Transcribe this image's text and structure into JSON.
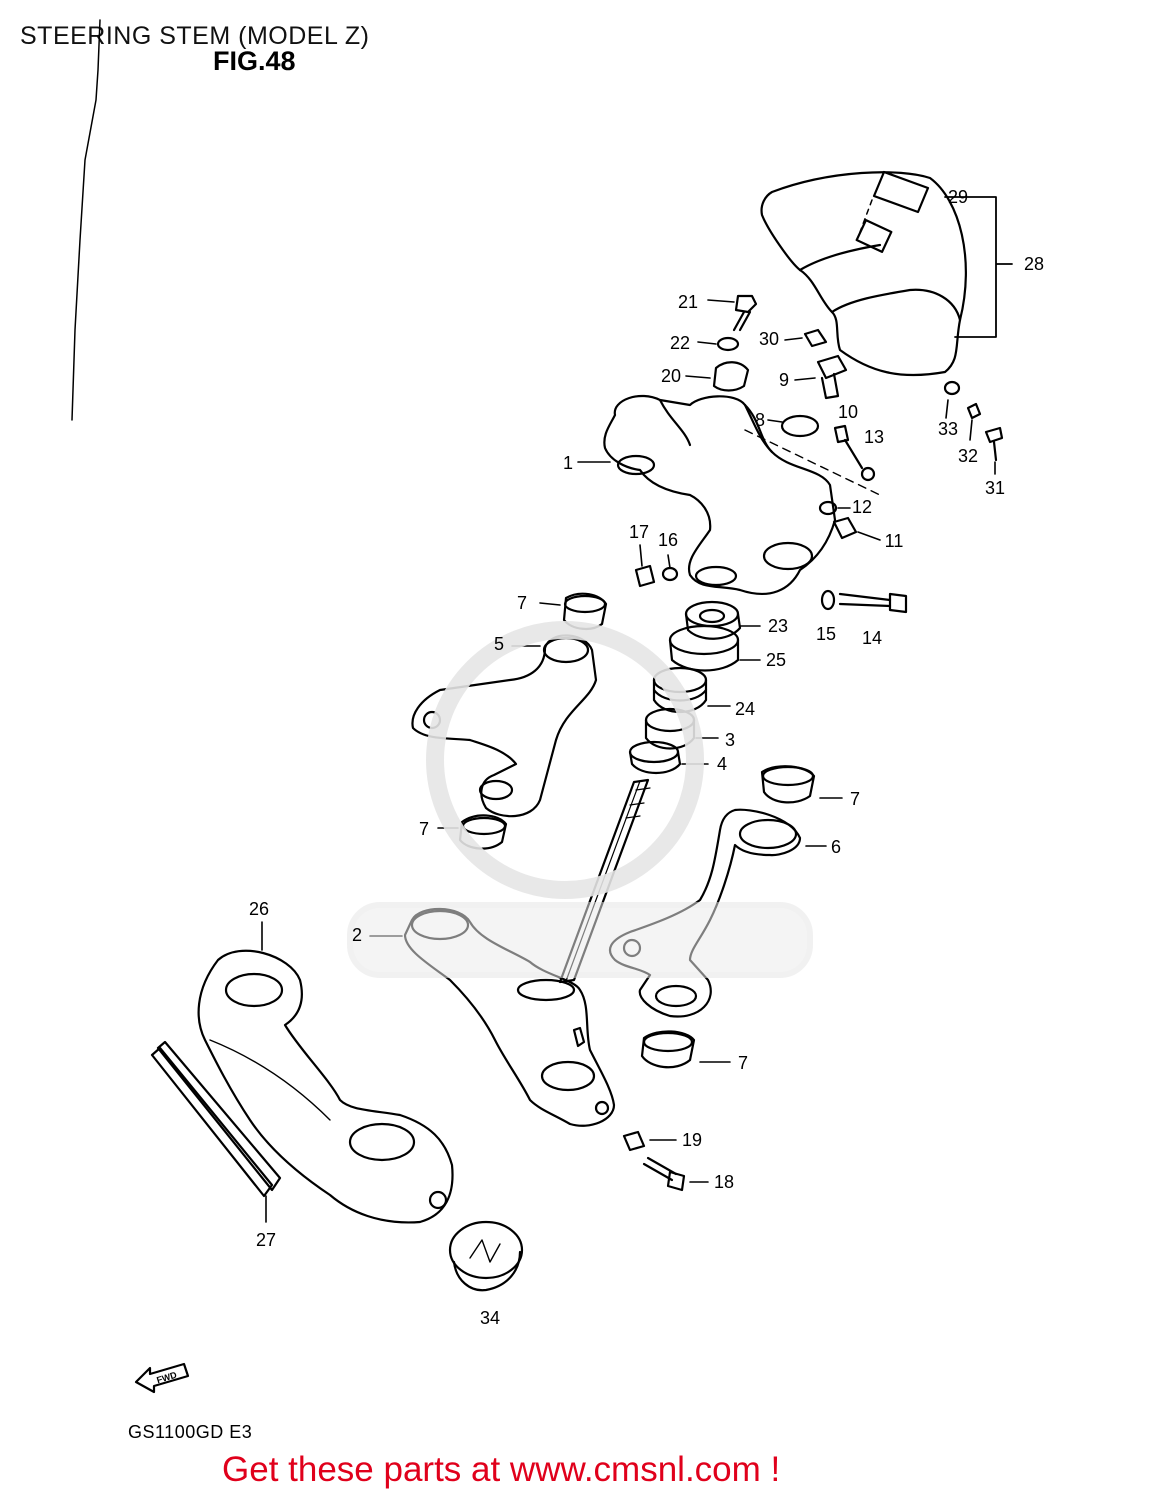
{
  "header": {
    "title": "STEERING STEM (MODEL Z)",
    "figure": "FIG.48"
  },
  "parts": {
    "p1": "1",
    "p2": "2",
    "p3": "3",
    "p4": "4",
    "p5": "5",
    "p6": "6",
    "p7a": "7",
    "p7b": "7",
    "p7c": "7",
    "p7d": "7",
    "p8": "8",
    "p9": "9",
    "p10": "10",
    "p11": "11",
    "p12": "12",
    "p13": "13",
    "p14": "14",
    "p15": "15",
    "p16": "16",
    "p17": "17",
    "p18": "18",
    "p19": "19",
    "p20": "20",
    "p21": "21",
    "p22": "22",
    "p23": "23",
    "p24": "24",
    "p25": "25",
    "p26": "26",
    "p27": "27",
    "p28": "28",
    "p29": "29",
    "p30": "30",
    "p31": "31",
    "p32": "32",
    "p33": "33",
    "p34": "34"
  },
  "direction_badge": "FWD",
  "footer": {
    "model_code": "GS1100GD E3",
    "promo": "Get these parts at www.cmsnl.com !"
  },
  "colors": {
    "promo": "#e0001b",
    "line": "#000000"
  }
}
